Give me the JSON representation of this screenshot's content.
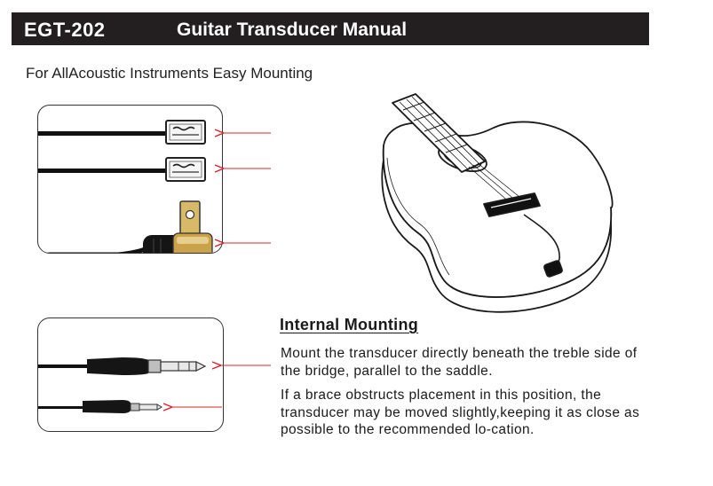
{
  "header": {
    "model": "EGT-202",
    "title": "Guitar Transducer Manual"
  },
  "subtitle": "For AllAcoustic Instruments Easy Mounting",
  "internal_mounting": {
    "heading": "Internal Mounting",
    "paragraph_1": "Mount the transducer directly beneath the treble side of the bridge, parallel to the saddle.",
    "paragraph_2": "If a brace obstructs placement in this position, the transducer may be moved slightly,keeping it as close as possible to the recommended lo-cation."
  },
  "colors": {
    "header_bg": "#231f20",
    "arrow": "#d9232a",
    "brass": "#c9a24a"
  },
  "icons": [
    "transducer-label-icon",
    "transducer-label-icon",
    "brass-clip-icon",
    "quarter-inch-plug-icon",
    "eighth-inch-plug-icon",
    "acoustic-guitar-illustration"
  ]
}
